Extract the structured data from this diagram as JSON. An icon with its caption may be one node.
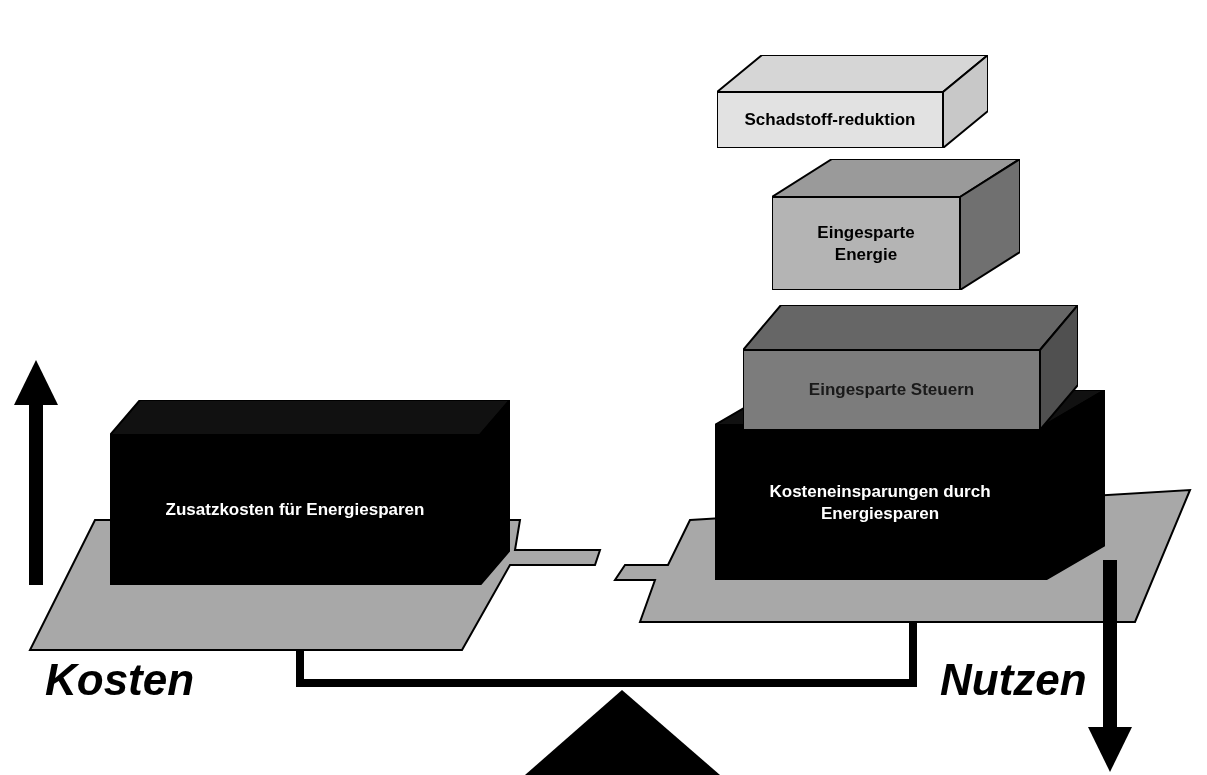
{
  "diagram": {
    "nodes": [
      {
        "text": [
          "Schadstoff-reduktion"
        ]
      },
      {
        "text": [
          "Eingesparte Energie"
        ]
      },
      {
        "text": [
          "Eingesparte Steuern"
        ]
      },
      {
        "text": [
          "Zusatzkosten für Energiesparen"
        ]
      },
      {
        "text": [
          "Kosteneinsparungen durch Energiesparen"
        ]
      }
    ],
    "edges": [],
    "labels": [
      "Kosten",
      "Nutzen"
    ]
  }
}
